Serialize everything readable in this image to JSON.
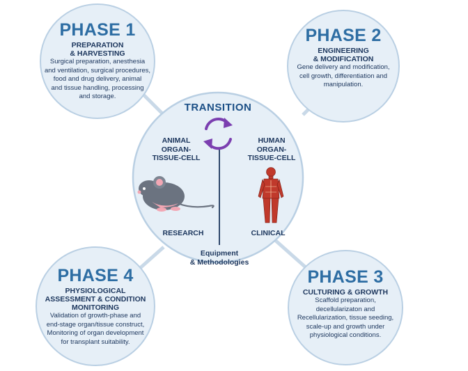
{
  "colors": {
    "circle_fill": "#e6eff7",
    "circle_stroke": "#b9cfe3",
    "phase_title": "#2d6da3",
    "text_dark": "#1b355c",
    "cycle_arrows": "#7b3fb0",
    "mouse_body": "#6b7380",
    "body_red": "#c0392b"
  },
  "phase1": {
    "title": "PHASE 1",
    "subtitle_line1": "PREPARATION",
    "subtitle_line2": "& HARVESTING",
    "desc_lines": [
      "Surgical preparation, anesthesia",
      "and ventilation, surgical procedures,",
      "food and drug delivery, animal",
      "and tissue handling, processing",
      "and storage."
    ]
  },
  "phase2": {
    "title": "PHASE 2",
    "subtitle_line1": "ENGINEERING",
    "subtitle_line2": "& MODIFICATION",
    "desc_lines": [
      "Gene delivery and modification,",
      "cell growth, differentiation and",
      "manipulation."
    ]
  },
  "phase3": {
    "title": "PHASE 3",
    "subtitle_line1": "CULTURING & GROWTH",
    "desc_lines": [
      "Scaffold preparation,",
      "decellularizaton and",
      "Recellularization, tissue seeding,",
      "scale-up and growth under",
      "physiological conditions."
    ]
  },
  "phase4": {
    "title": "PHASE 4",
    "subtitle_line1": "PHYSIOLOGICAL",
    "subtitle_line2": "ASSESSMENT & CONDITION",
    "subtitle_line3": "MONITORING",
    "desc_lines": [
      "Validation of growth-phase and",
      "end-stage organ/tissue construct,",
      "Monitoring of organ development",
      "for transplant suitability."
    ]
  },
  "center": {
    "title": "TRANSITION",
    "left_label_lines": [
      "ANIMAL",
      "ORGAN-",
      "TISSUE-CELL"
    ],
    "right_label_lines": [
      "HUMAN",
      "ORGAN-",
      "TISSUE-CELL"
    ],
    "left_bottom": "RESEARCH",
    "right_bottom": "CLINICAL",
    "footer_line1": "Equipment",
    "footer_line2": "& Methodologies",
    "left_icon": "mouse-icon",
    "right_icon": "human-anatomy-icon",
    "cycle_icon": "cycle-arrows-icon"
  }
}
